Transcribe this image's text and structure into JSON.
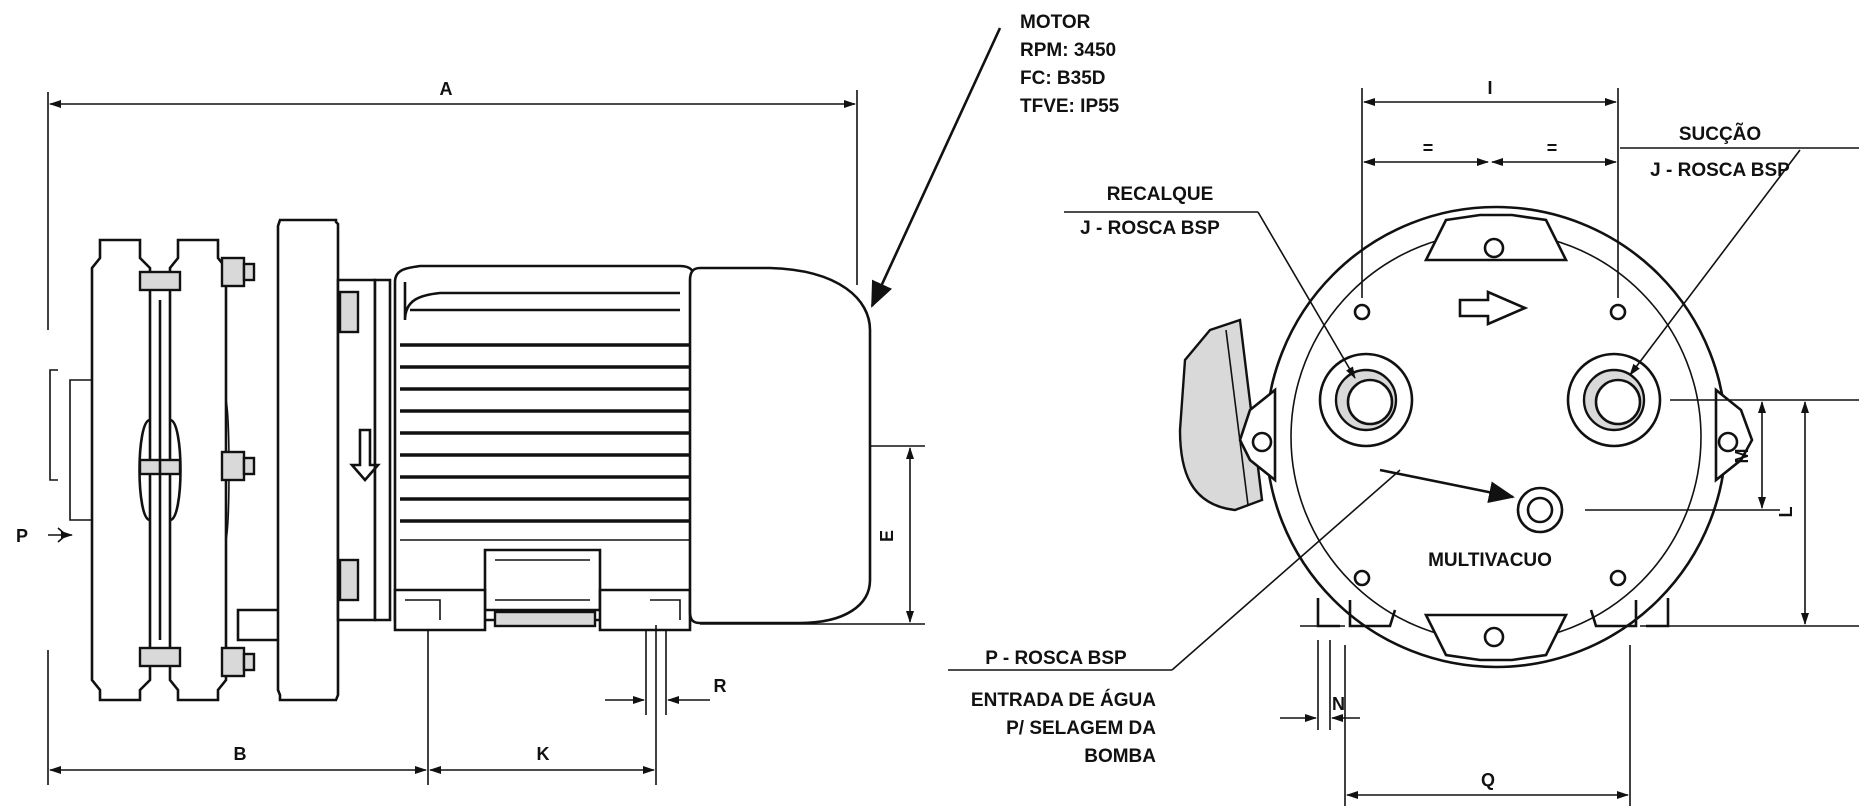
{
  "motor": {
    "title": "MOTOR",
    "rpm": "RPM: 3450",
    "fc": "FC: B35D",
    "tfve": "TFVE: IP55"
  },
  "labels": {
    "recalque": "RECALQUE",
    "recalque_thread": "J  -  ROSCA BSP",
    "succao": "SUCÇÃO",
    "succao_thread": "J  -  ROSCA BSP",
    "p_thread": "P  -  ROSCA BSP",
    "entrada_1": "ENTRADA DE ÁGUA",
    "entrada_2": "P/ SELAGEM DA",
    "entrada_3": "BOMBA",
    "multivacuo": "MULTIVACUO"
  },
  "dimensions": {
    "A": "A",
    "B": "B",
    "K": "K",
    "R": "R",
    "E": "E",
    "P": "P",
    "I": "I",
    "eq1": "=",
    "eq2": "=",
    "M": "M",
    "L": "L",
    "N": "N",
    "Q": "Q"
  }
}
